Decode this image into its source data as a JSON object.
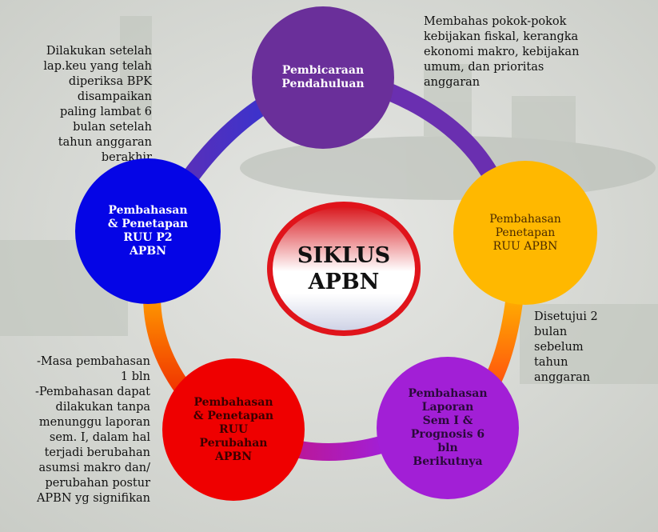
{
  "colors": {
    "background": "#d9dad8",
    "stage1": "#6a2f9a",
    "stage2": "#ffb800",
    "stage3": "#a21fd6",
    "stage4": "#ef0000",
    "stage5": "#0505e6",
    "center_ring": "#e0141b"
  },
  "center": {
    "label": "SIKLUS\nAPBN"
  },
  "stages": [
    {
      "label": "Pembicaraan\nPendahuluan"
    },
    {
      "label": "Pembahasan\nPenetapan\nRUU APBN"
    },
    {
      "label": "Pembahasan\nLaporan\nSem I &\nPrognosis 6\nbln\nBerikutnya"
    },
    {
      "label": "Pembahasan\n& Penetapan\nRUU\nPerubahan\nAPBN"
    },
    {
      "label": "Pembahasan\n& Penetapan\nRUU P2\nAPBN"
    }
  ],
  "notes": {
    "top_right": "Membahas pokok-pokok\nkebijakan fiskal, kerangka\nekonomi makro, kebijakan\numum,  dan prioritas\nanggaran",
    "top_left": "Dilakukan setelah\nlap.keu yang telah\ndiperiksa BPK\ndisampaikan\npaling lambat 6\nbulan setelah\ntahun anggaran\nberakhir",
    "mid_right": "Disetujui 2\nbulan\nsebelum\ntahun\nanggaran",
    "bottom_left": "-Masa pembahasan\n1 bln\n-Pembahasan dapat\ndilakukan tanpa\nmenunggu laporan\nsem. I, dalam hal\nterjadi berubahan\nasumsi makro dan/\nperubahan postur\nAPBN yg signifikan"
  }
}
